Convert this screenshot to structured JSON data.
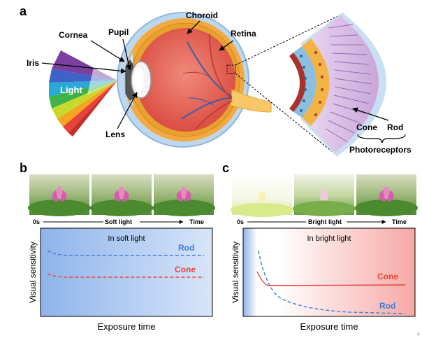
{
  "panel_a": {
    "letter": "a",
    "labels": {
      "cornea": "Cornea",
      "pupil": "Pupil",
      "choroid": "Choroid",
      "retina": "Retina",
      "iris": "Iris",
      "light": "Light",
      "lens": "Lens",
      "cone": "Cone",
      "rod": "Rod",
      "photoreceptors": "Photoreceptors"
    }
  },
  "panel_b": {
    "letter": "b",
    "timeline": {
      "start": "0s",
      "middle": "Soft light",
      "end": "Time"
    },
    "chart_title": "In soft light",
    "ylabel": "Visual sensitivity",
    "xlabel": "Exposure time",
    "series": {
      "rod": "Rod",
      "cone": "Cone"
    }
  },
  "panel_c": {
    "letter": "c",
    "timeline": {
      "start": "0s",
      "middle": "Bright light",
      "end": "Time"
    },
    "chart_title": "In bright light",
    "ylabel": "Visual sensitivity",
    "xlabel": "Exposure time",
    "series": {
      "cone": "Cone",
      "rod": "Rod"
    }
  },
  "colors": {
    "rod": "#3b7fd9",
    "cone": "#e8433a",
    "soft_bg": "#a9c6ef",
    "bright_bg": "#f6b3b0"
  },
  "page_mark": "4"
}
